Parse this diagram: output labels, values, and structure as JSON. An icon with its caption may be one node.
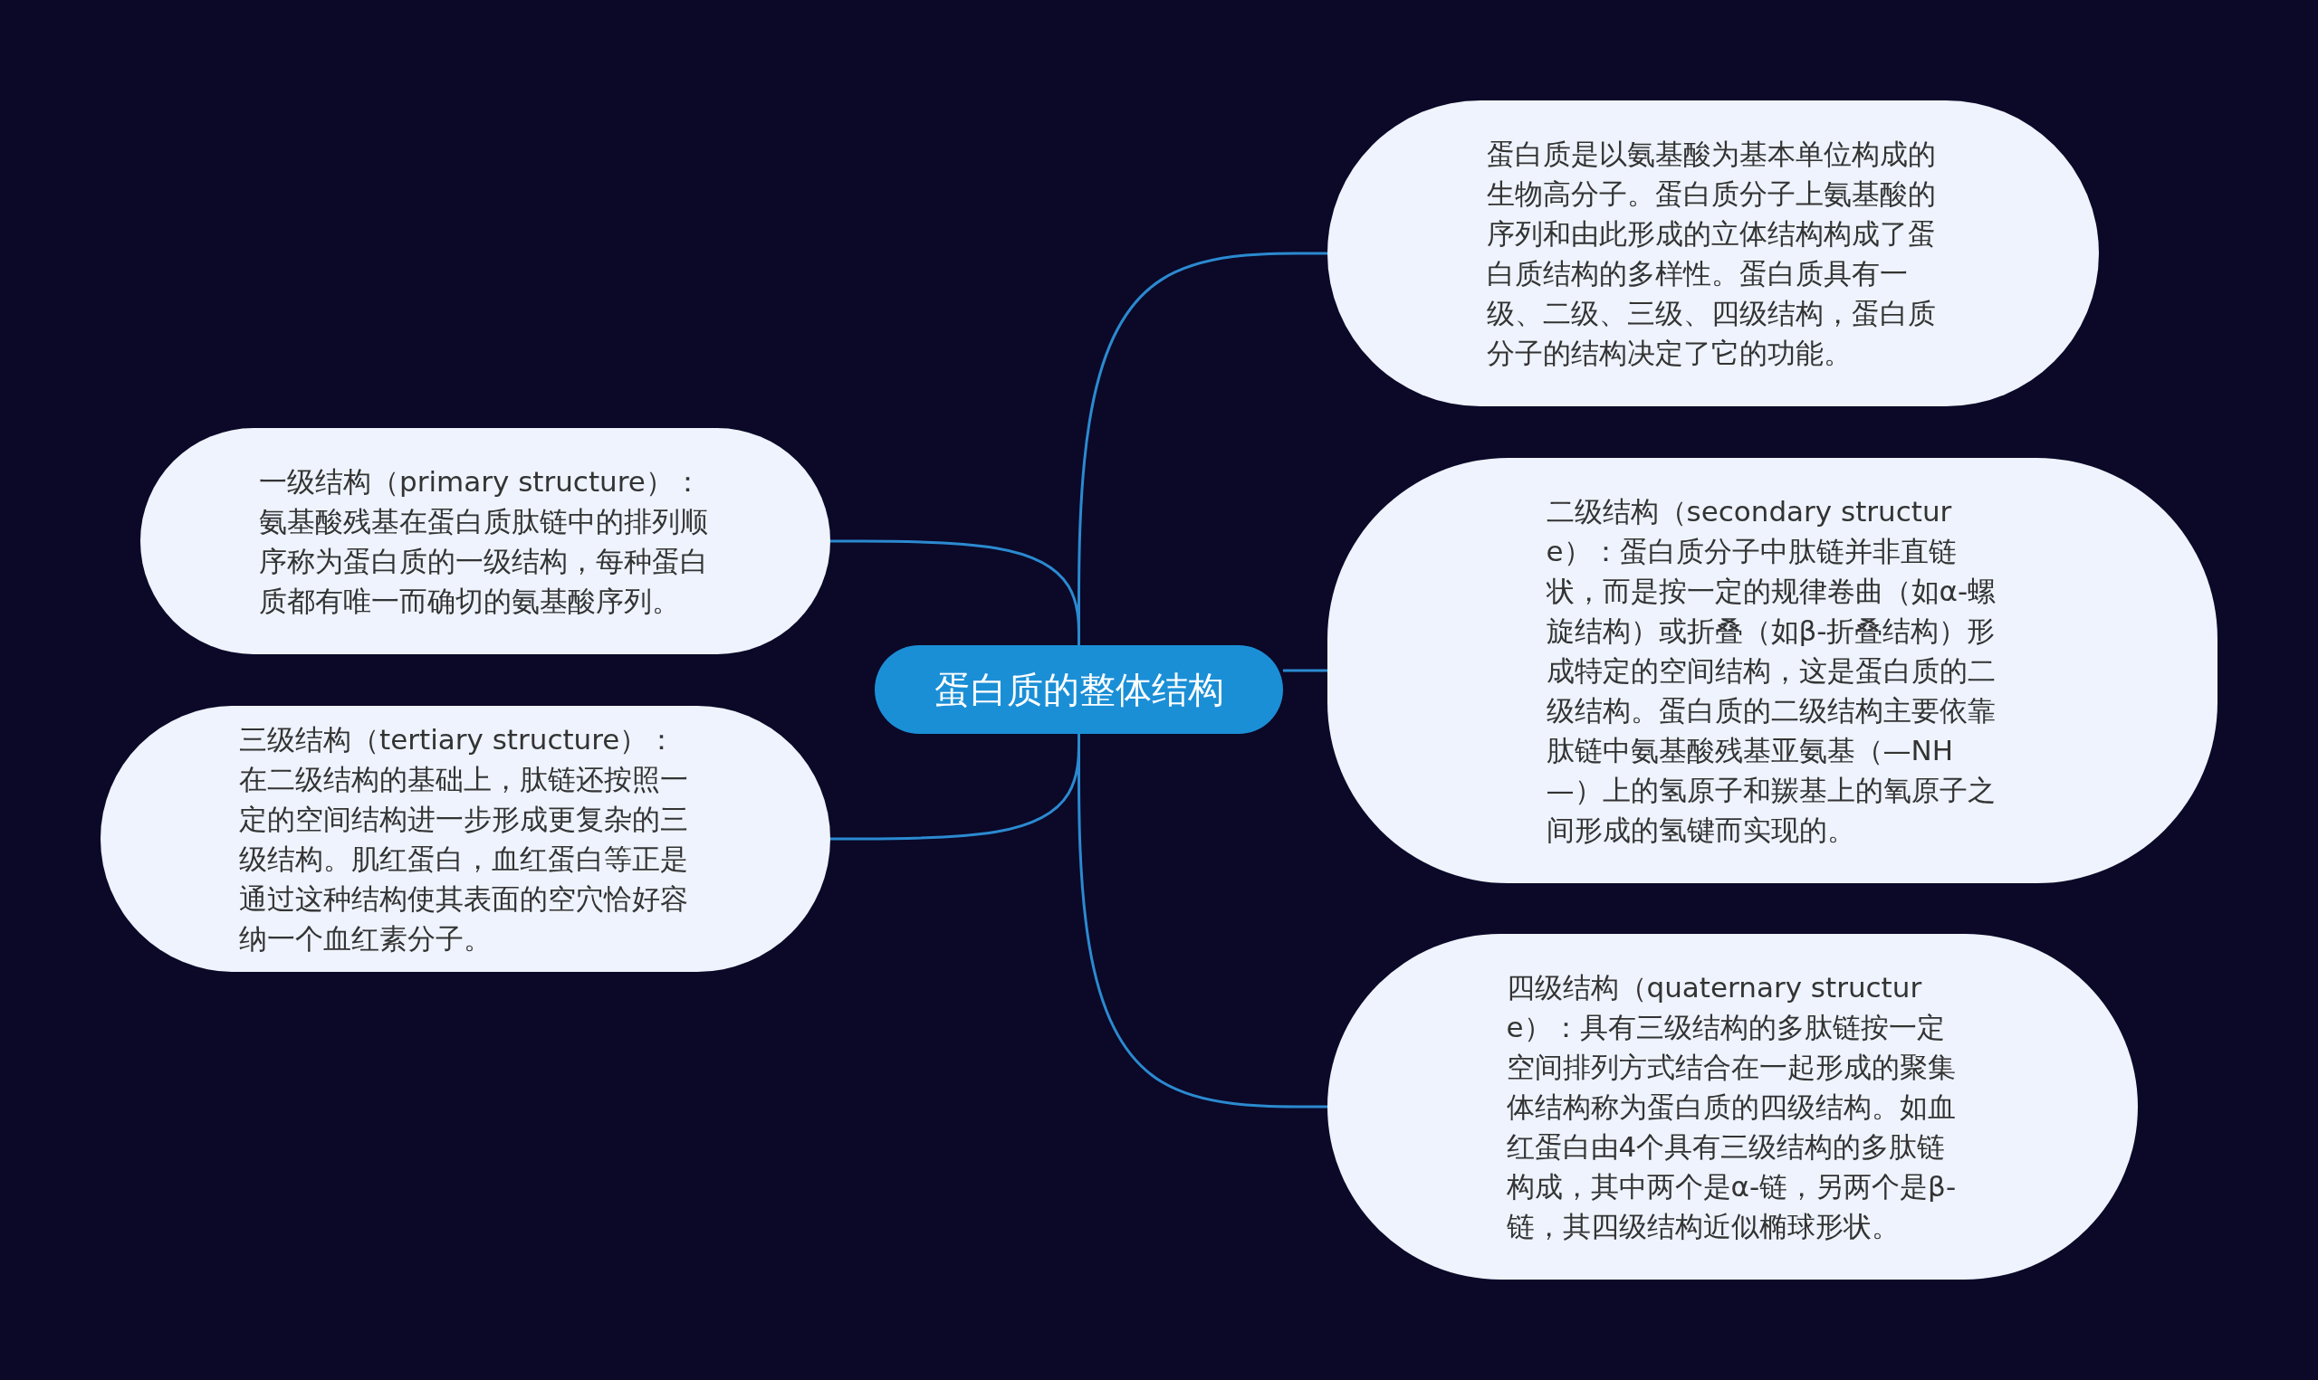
{
  "diagram": {
    "nodes": [
      {
        "text": [
          "蛋白质的整体结构"
        ]
      },
      {
        "text": [
          "蛋白质是以氨基酸为基本单位构成的生物高分子。蛋白质分子上氨基酸的序列和由此形成的立体结构构成了蛋白质结构的多样性。蛋白质具有一级、二级、三级、四级结构，蛋白质分子的结构决定了它的功能。"
        ]
      },
      {
        "text": [
          "二级结构（secondary structure）：蛋白质分子中肽链并非直链状，而是按一定的规律卷曲（如α-螺旋结构）或折叠（如β-折叠结构）形成特定的空间结构，这是蛋白质的二级结构。蛋白质的二级结构主要依靠肽链中氨基酸残基亚氨基（—NH—）上的氢原子和羰基上的氧原子之间形成的氢键而实现的。"
        ]
      },
      {
        "text": [
          "四级结构（quaternary structure）：具有三级结构的多肽链按一定空间排列方式结合在一起形成的聚集体结构称为蛋白质的四级结构。如血红蛋白由4个具有三级结构的多肽链构成，其中两个是α-链，另两个是β-链，其四级结构近似椭球形状。"
        ]
      },
      {
        "text": [
          "一级结构（primary structure）：氨基酸残基在蛋白质肽链中的排列顺序称为蛋白质的一级结构，每种蛋白质都有唯一而确切的氨基酸序列。"
        ]
      },
      {
        "text": [
          "三级结构（tertiary structure）：在二级结构的基础上，肽链还按照一定的空间结构进一步形成更复杂的三级结构。肌红蛋白，血红蛋白等正是通过这种结构使其表面的空穴恰好容纳一个血红素分子。"
        ]
      }
    ],
    "edges": [
      {
        "from": 0,
        "to": 1,
        "arrow": "none"
      },
      {
        "from": 0,
        "to": 2,
        "arrow": "none"
      },
      {
        "from": 0,
        "to": 3,
        "arrow": "none"
      },
      {
        "from": 0,
        "to": 4,
        "arrow": "none"
      },
      {
        "from": 0,
        "to": 5,
        "arrow": "none"
      }
    ]
  }
}
